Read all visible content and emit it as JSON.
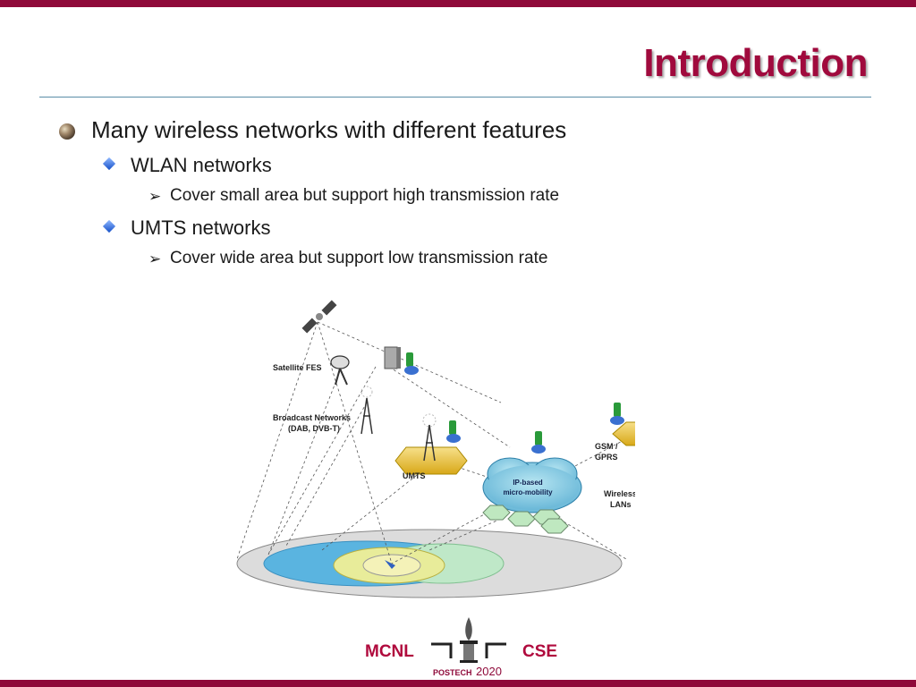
{
  "slide": {
    "title": "Introduction",
    "bullets": {
      "main": "Many wireless networks with different features",
      "wlan": "WLAN networks",
      "wlan_detail": "Cover small area but support high transmission rate",
      "umts": "UMTS networks",
      "umts_detail": "Cover wide area but support low transmission rate"
    }
  },
  "diagram": {
    "labels": {
      "satellite": "Satellite FES",
      "broadcast_1": "Broadcast Networks",
      "broadcast_2": "(DAB, DVB-T)",
      "umts": "UMTS",
      "gsm_1": "GSM /",
      "gsm_2": "GPRS",
      "ip_1": "IP-based",
      "ip_2": "micro-mobility",
      "wlan_1": "Wireless",
      "wlan_2": "LANs"
    }
  },
  "footer": {
    "left": "MCNL",
    "right": "CSE",
    "logo_name": "POSTECH",
    "logo_year": "2020"
  },
  "colors": {
    "accent": "#8f0a3a",
    "title": "#a00a3d",
    "rule": "#5a8ea8"
  }
}
